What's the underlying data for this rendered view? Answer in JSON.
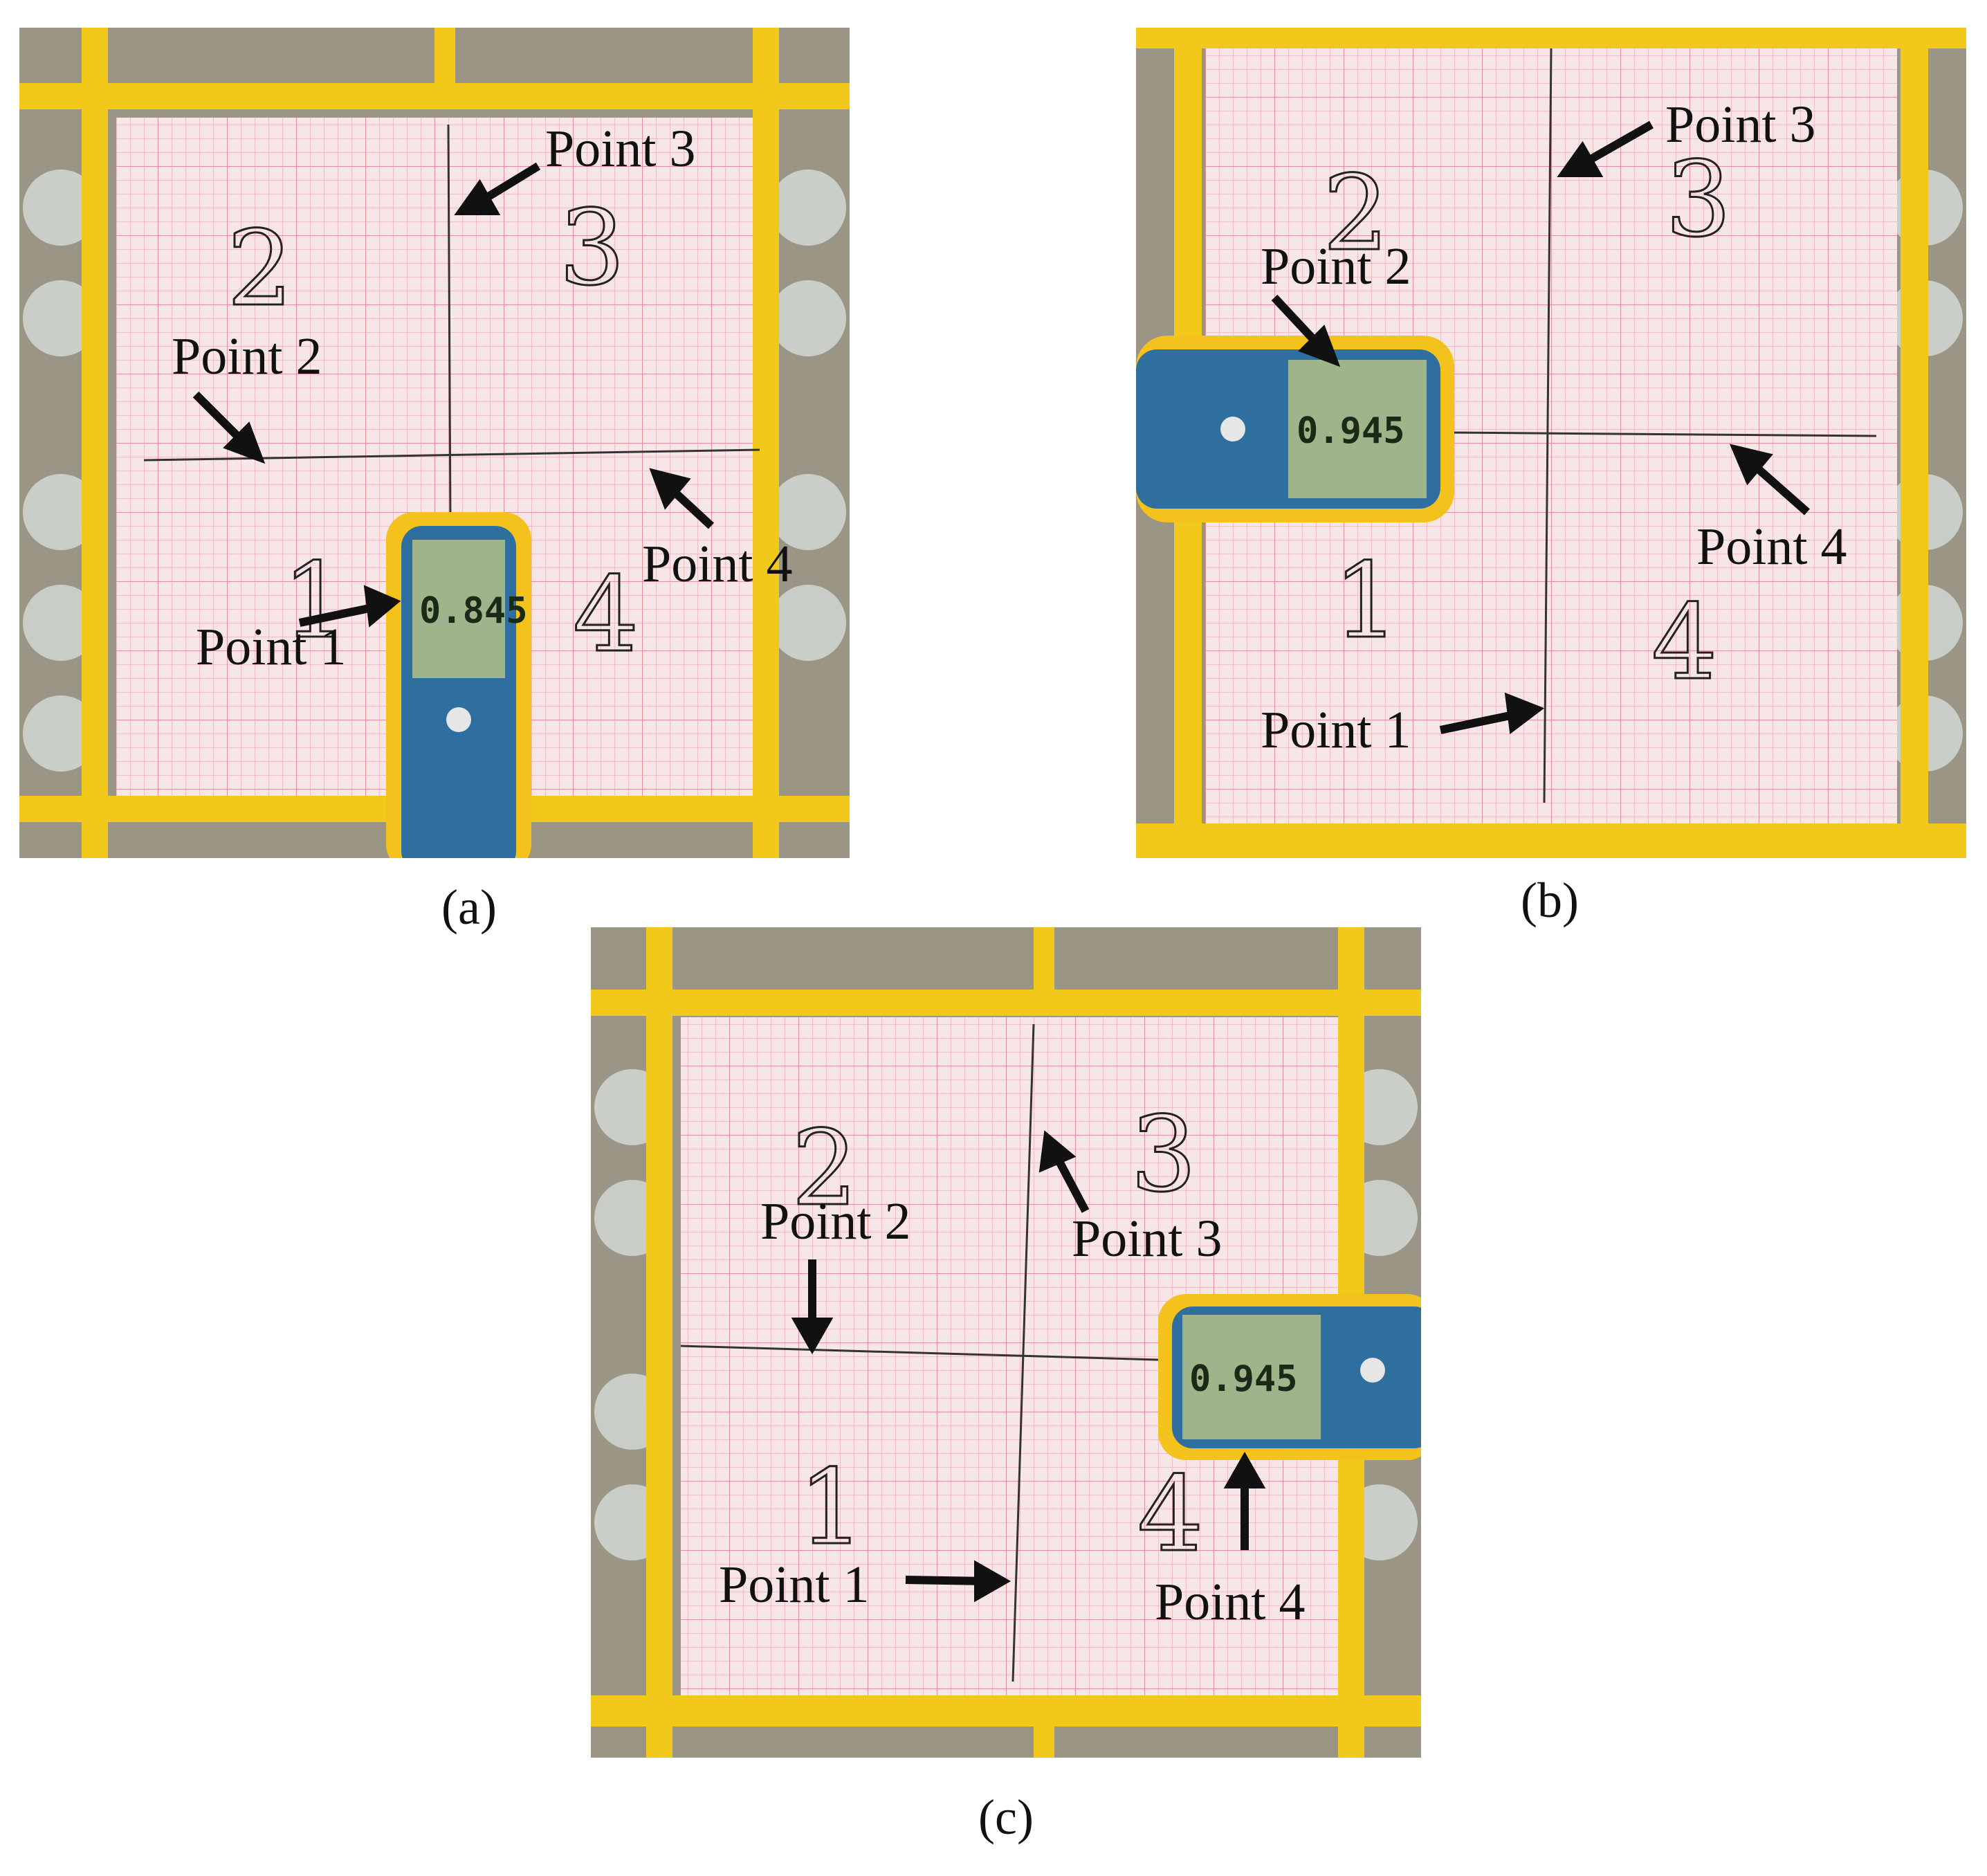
{
  "figure": {
    "panels": [
      {
        "id": "a",
        "caption": "(a)",
        "labels": {
          "p1": "Point 1",
          "p2": "Point 2",
          "p3": "Point 3",
          "p4": "Point 4"
        },
        "quadrants": {
          "q1": "1",
          "q2": "2",
          "q3": "3",
          "q4": "4"
        },
        "meter_reading": "0.845",
        "meter_at": "Point 1"
      },
      {
        "id": "b",
        "caption": "(b)",
        "labels": {
          "p1": "Point 1",
          "p2": "Point 2",
          "p3": "Point 3",
          "p4": "Point 4"
        },
        "quadrants": {
          "q1": "1",
          "q2": "2",
          "q3": "3",
          "q4": "4"
        },
        "meter_reading": "0.945",
        "meter_at": "Point 2"
      },
      {
        "id": "c",
        "caption": "(c)",
        "labels": {
          "p1": "Point 1",
          "p2": "Point 2",
          "p3": "Point 3",
          "p4": "Point 4"
        },
        "quadrants": {
          "q1": "1",
          "q2": "2",
          "q3": "3",
          "q4": "4"
        },
        "meter_reading": "0.945",
        "meter_at": "Point 4"
      }
    ],
    "colors": {
      "tape": "#f2c81a",
      "paper": "#f7e6e8",
      "grid": "#e8a7b0",
      "background": "#9a9585",
      "meter_body": "#2f6f9f",
      "meter_rim": "#f4c21c",
      "lcd": "#9fb48a"
    }
  }
}
